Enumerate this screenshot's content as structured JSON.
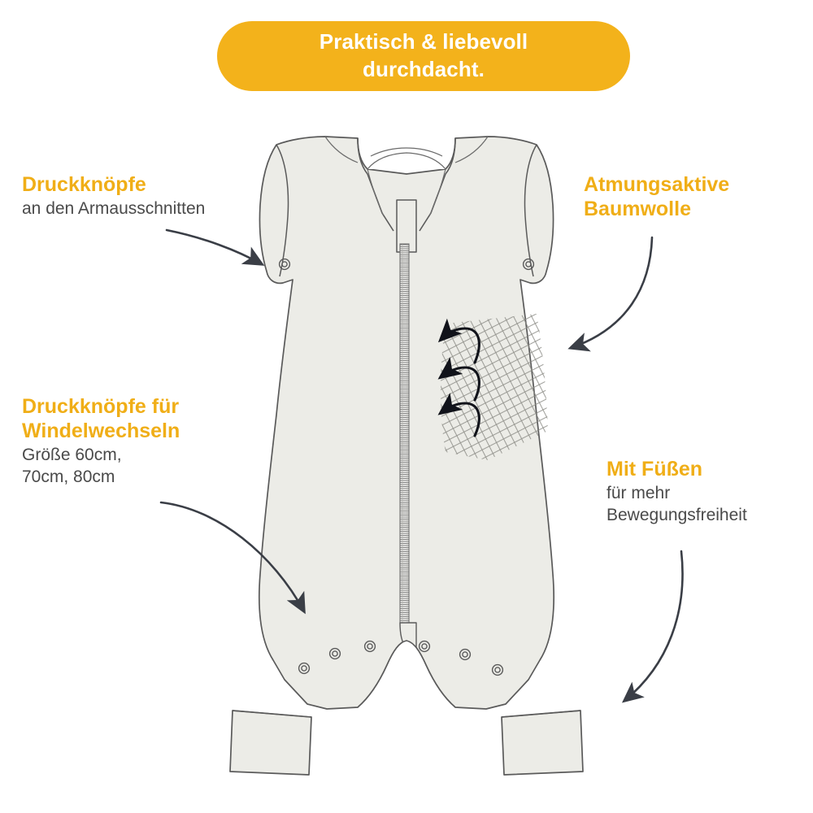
{
  "banner": {
    "text": "Praktisch & liebevoll\ndurchdacht."
  },
  "colors": {
    "accent": "#F3B21B",
    "accent_text": "#F0AE17",
    "body_text": "#4A4A4A",
    "banner_text": "#FFFFFF",
    "garment_fill": "#ECECE7",
    "garment_stroke": "#5A5A5A",
    "arrow": "#3A3E46",
    "mesh": "#8A8A84",
    "background": "#FFFFFF"
  },
  "callouts": [
    {
      "id": "armholes",
      "title": "Druckknöpfe",
      "subtitle": "an den Armausschnitten"
    },
    {
      "id": "diaper",
      "title": "Druckknöpfe für\nWindelwechseln",
      "subtitle": "Größe 60cm,\n70cm, 80cm"
    },
    {
      "id": "cotton",
      "title": "Atmungsaktive\nBaumwolle",
      "subtitle": ""
    },
    {
      "id": "feet",
      "title": "Mit Füßen",
      "subtitle": "für mehr\nBewegungsfreiheit"
    }
  ],
  "illustration": {
    "name": "baby-sleeping-bag-with-feet-technical-drawing",
    "features": [
      "collar-binding",
      "zipper-guard-flap",
      "front-center-zipper",
      "armhole-snap-left",
      "armhole-snap-right",
      "breathable-mesh-panel",
      "crotch-snap-row",
      "leg-cuff-left",
      "leg-cuff-right"
    ],
    "snap_count_crotch": 6,
    "airflow_arrow_count": 3
  },
  "pointer_arrows": [
    {
      "id": "arrow-armholes",
      "from": "callout-armholes",
      "to": "armhole-snap-left",
      "direction": "right"
    },
    {
      "id": "arrow-cotton",
      "from": "callout-cotton",
      "to": "mesh-panel",
      "direction": "down-left"
    },
    {
      "id": "arrow-diaper",
      "from": "callout-diaper",
      "to": "crotch-snap-row",
      "direction": "down-right"
    },
    {
      "id": "arrow-feet",
      "from": "callout-feet",
      "to": "leg-cuff-right",
      "direction": "down-left"
    }
  ]
}
